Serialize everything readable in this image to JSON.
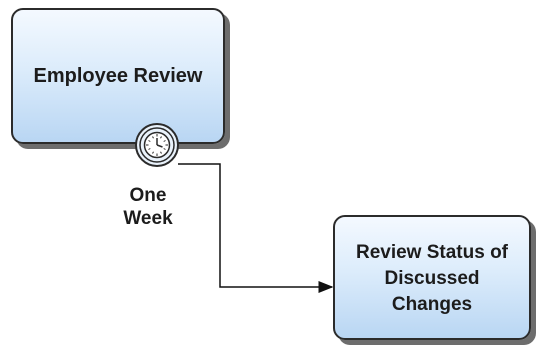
{
  "diagram": {
    "tasks": [
      {
        "id": "employee_review",
        "label": "Employee Review"
      },
      {
        "id": "review_status",
        "label": "Review Status of\nDiscussed\nChanges"
      }
    ],
    "boundary_event": {
      "type": "timer",
      "icon": "clock-icon",
      "label": "One\nWeek"
    },
    "sequence_flow": {
      "from": "employee_review",
      "to": "review_status"
    }
  },
  "colors": {
    "task_fill_top": "#f4f9ff",
    "task_fill_bottom": "#b9d6f3",
    "stroke": "#2b2b2b",
    "shadow": "#6d6d6d"
  }
}
